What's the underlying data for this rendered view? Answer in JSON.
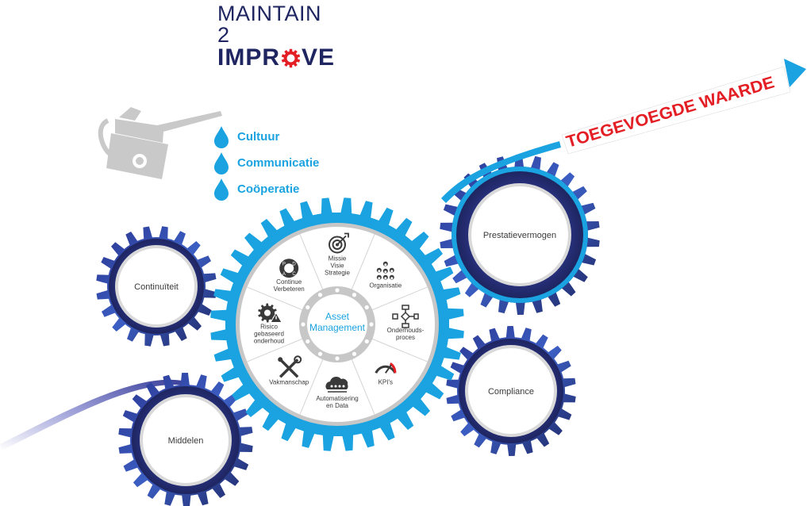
{
  "logo": {
    "line1": "MAINTAIN",
    "line2": "2",
    "line3_prefix": "IMPR",
    "line3_gear_letter": "O",
    "line3_suffix": "VE",
    "accent_color": "#e31e24",
    "text_color": "#1e2560"
  },
  "drops": [
    "Cultuur",
    "Communicatie",
    "Coöperatie"
  ],
  "arrow_text": "TOEGEVOEGDE WAARDE",
  "center": {
    "title_line1": "Asset",
    "title_line2": "Management",
    "segments": [
      {
        "icon": "target-icon",
        "lines": [
          "Missie",
          "Visie",
          "Strategie"
        ]
      },
      {
        "icon": "organisation-icon",
        "lines": [
          "Organisatie"
        ]
      },
      {
        "icon": "flowchart-icon",
        "lines": [
          "Onderhouds-",
          "proces"
        ]
      },
      {
        "icon": "gauge-icon",
        "lines": [
          "KPI's"
        ]
      },
      {
        "icon": "cloud-icon",
        "lines": [
          "Automatisering",
          "en Data"
        ]
      },
      {
        "icon": "tools-icon",
        "lines": [
          "Vakmanschap"
        ]
      },
      {
        "icon": "risk-gear-icon",
        "lines": [
          "Risico",
          "gebaseerd",
          "onderhoud"
        ]
      },
      {
        "icon": "pdca-icon",
        "lines": [
          "Continue",
          "Verbeteren"
        ]
      }
    ]
  },
  "gears": {
    "continuiteit": "Continuïteit",
    "middelen": "Middelen",
    "prestatie": "Prestatievermogen",
    "compliance": "Compliance"
  },
  "colors": {
    "navy": "#1e2560",
    "blue": "#1aa3e0",
    "red": "#e31e24",
    "gray": "#c8c8c8"
  }
}
